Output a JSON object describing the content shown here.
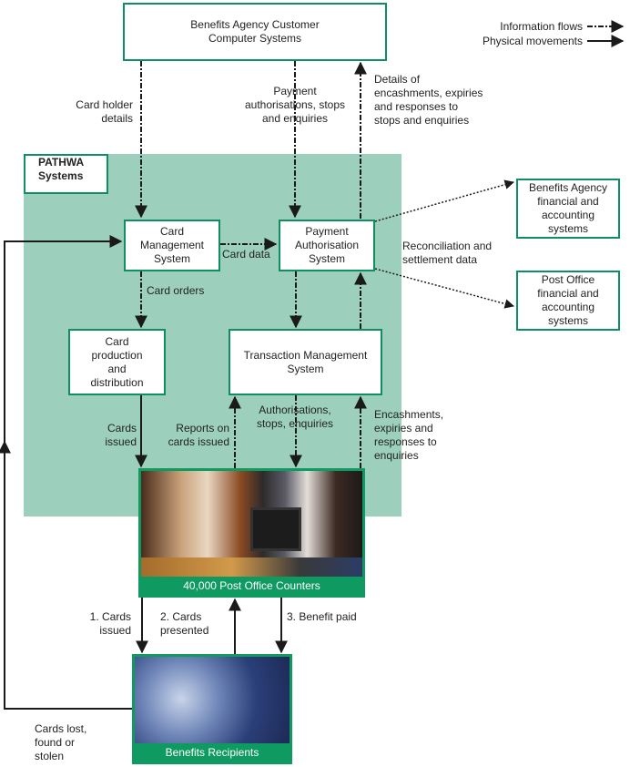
{
  "legend": {
    "information_flows": "Information flows",
    "physical_movements": "Physical movements"
  },
  "boxes": {
    "ba_customer": "Benefits Agency Customer Computer Systems",
    "pathwa": [
      "PATHWA",
      "Systems"
    ],
    "card_management": "Card Management System",
    "payment_authorisation": "Payment Authorisation System",
    "card_production": "Card production and distribution",
    "transaction_management": "Transaction Management System",
    "ba_financial": "Benefits Agency financial and accounting systems",
    "po_financial": "Post Office financial and accounting systems",
    "post_office_counters": "40,000 Post Office Counters",
    "benefits_recipients": "Benefits Recipients"
  },
  "flows": {
    "card_holder_details": "Card holder details",
    "payment_authorisations": "Payment authorisations, stops and enquiries",
    "details_of_encashments": "Details of encashments, expiries and responses to stops and enquiries",
    "card_data": "Card data",
    "reconciliation": "Reconciliation and settlement data",
    "card_orders": "Card orders",
    "cards_issued": "Cards issued",
    "reports_on_cards": "Reports on cards issued",
    "authorisations_stops": "Authorisations, stops, enquiries",
    "encashments_expiries": "Encashments, expiries and responses to enquiries",
    "step1": "1. Cards issued",
    "step2": "2. Cards presented",
    "step3": "3. Benefit paid",
    "cards_lost": "Cards lost, found or stolen"
  },
  "colors": {
    "panel": "#9dd0bc",
    "border": "#0f8f5f",
    "caption": "#0f9a62"
  }
}
